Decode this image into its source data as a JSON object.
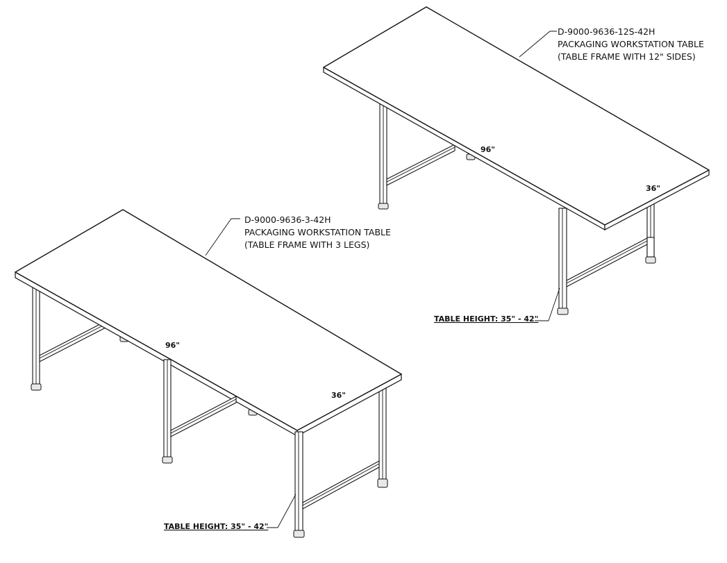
{
  "tables": [
    {
      "part_number": "D-9000-9636-12S-42H",
      "description": "PACKAGING WORKSTATION TABLE",
      "frame_note": "(TABLE FRAME WITH 12\" SIDES)",
      "length_label": "96\"",
      "width_label": "36\"",
      "height_label": "TABLE HEIGHT: 35\" - 42\""
    },
    {
      "part_number": "D-9000-9636-3-42H",
      "description": "PACKAGING WORKSTATION TABLE",
      "frame_note": "(TABLE FRAME WITH 3 LEGS)",
      "length_label": "96\"",
      "width_label": "36\"",
      "height_label": "TABLE HEIGHT: 35\" - 42\""
    }
  ]
}
